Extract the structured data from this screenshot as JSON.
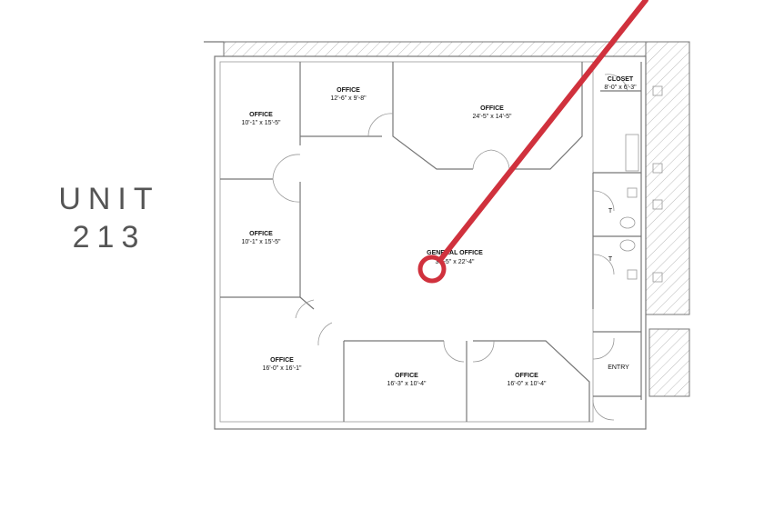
{
  "unit": {
    "line1": "UNIT",
    "line2": "213"
  },
  "rooms": [
    {
      "name": "OFFICE",
      "size": "10'-1\" x 15'-5\""
    },
    {
      "name": "OFFICE",
      "size": "12'-6\" x 9'-8\""
    },
    {
      "name": "OFFICE",
      "size": "24'-5\" x 14'-5\""
    },
    {
      "name": "CLOSET",
      "size": "8'-0\" x 6'-3\""
    },
    {
      "name": "OFFICE",
      "size": "10'-1\" x 15'-5\""
    },
    {
      "name": "GENERAL OFFICE",
      "size": "38'-5\" x 22'-4\""
    },
    {
      "name": "OFFICE",
      "size": "16'-0\" x 16'-1\""
    },
    {
      "name": "OFFICE",
      "size": "16'-3\" x 10'-4\""
    },
    {
      "name": "OFFICE",
      "size": "16'-0\" x 10'-4\""
    }
  ],
  "toilet_labels": [
    "T",
    "T"
  ],
  "entry_label": "ENTRY",
  "colors": {
    "marker": "#d0313d",
    "wall": "#777777",
    "text": "#555555"
  }
}
